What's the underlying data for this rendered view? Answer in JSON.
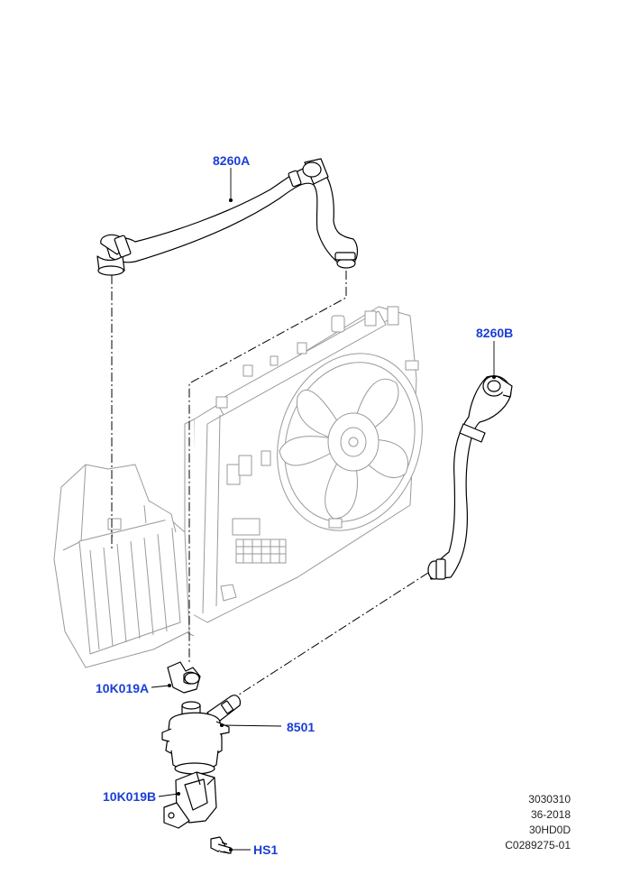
{
  "labels": {
    "hose_upper": "8260A",
    "hose_lower": "8260B",
    "clamp_top": "10K019A",
    "pump": "8501",
    "bracket": "10K019B",
    "bolt": "HS1"
  },
  "reference": {
    "line1": "3030310",
    "line2": "36-2018",
    "line3": "30HD0D",
    "line4": "C0289275-01"
  },
  "colors": {
    "label": "#1a3fd6",
    "part_stroke": "#000000",
    "context_stroke": "#9a9a9a"
  }
}
